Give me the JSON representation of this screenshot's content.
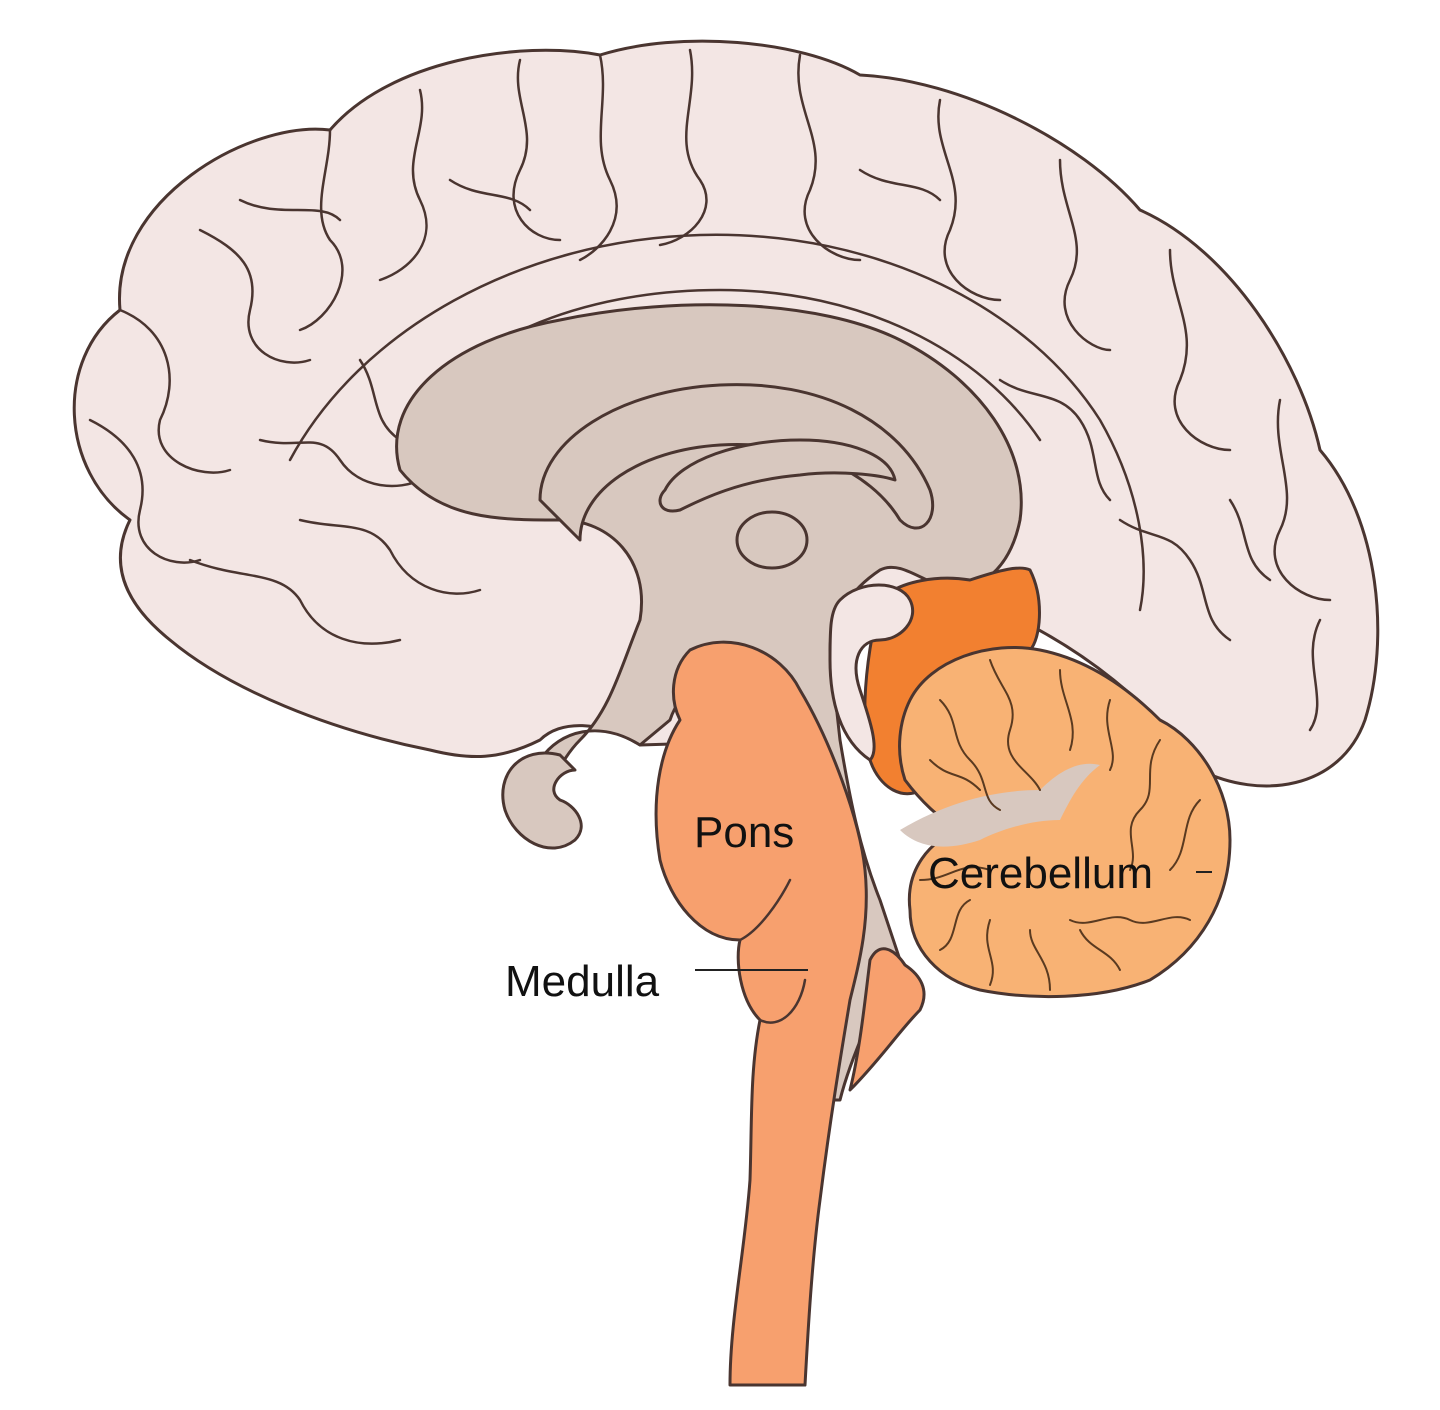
{
  "labels": {
    "pons": "Pons",
    "medulla": "Medulla",
    "cerebellum": "Cerebellum"
  },
  "colors": {
    "cerebrum": "#f3e6e4",
    "inner_structures": "#d8c8bf",
    "brainstem": "#f7a06e",
    "midbrain_highlight": "#f28030",
    "cerebellum": "#f8b274",
    "outline": "#4a3530"
  }
}
